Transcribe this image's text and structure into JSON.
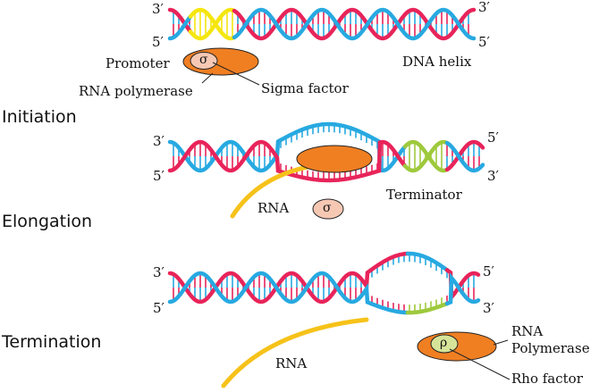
{
  "stages": {
    "initiation": "Initiation",
    "elongation": "Elongation",
    "termination": "Termination"
  },
  "strand_ends": {
    "three_prime": "3′",
    "five_prime": "5′"
  },
  "labels": {
    "promoter": "Promoter",
    "dna_helix": "DNA helix",
    "rna_polymerase": "RNA polymerase",
    "sigma_factor": "Sigma factor",
    "sigma_symbol": "σ",
    "terminator": "Terminator",
    "rna": "RNA",
    "rna_polymerase_line1": "RNA",
    "rna_polymerase_line2": "Polymerase",
    "rho_symbol": "ρ",
    "rho_factor": "Rho factor"
  },
  "colors": {
    "strand_red": "#e8245a",
    "strand_blue": "#27a9e1",
    "promoter_yellow": "#f5e60f",
    "terminator_green": "#9ec93c",
    "rna_yellow": "#f6c21a",
    "polymerase_orange": "#f07f22",
    "sigma_pink": "#f6c8b4",
    "rho_green": "#d6e49a"
  }
}
